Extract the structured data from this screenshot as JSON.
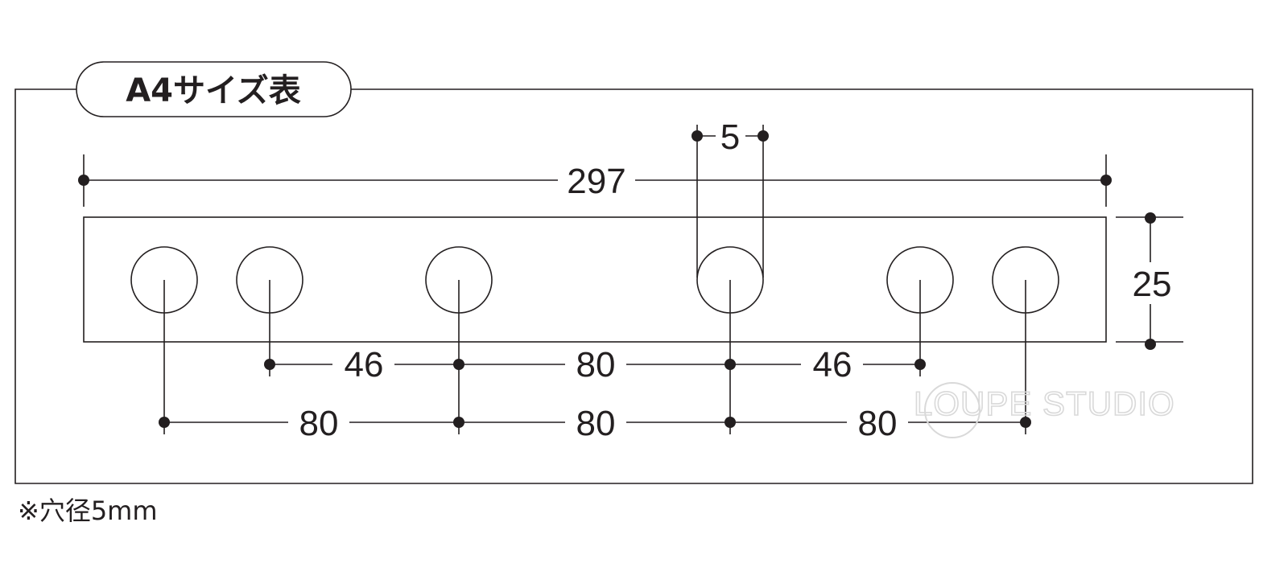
{
  "title": "A4サイズ表",
  "note": "※穴径5mm",
  "watermark": "LOUPE STUDIO",
  "dimensions": {
    "overall_length": "297",
    "height": "25",
    "hole_diameter": "5",
    "inner_left": "46",
    "inner_center": "80",
    "inner_right": "46",
    "outer_left": "80",
    "outer_center": "80",
    "outer_right": "80"
  },
  "colors": {
    "line": "#231f20",
    "watermark": "#d9d9d9",
    "background": "#ffffff"
  }
}
